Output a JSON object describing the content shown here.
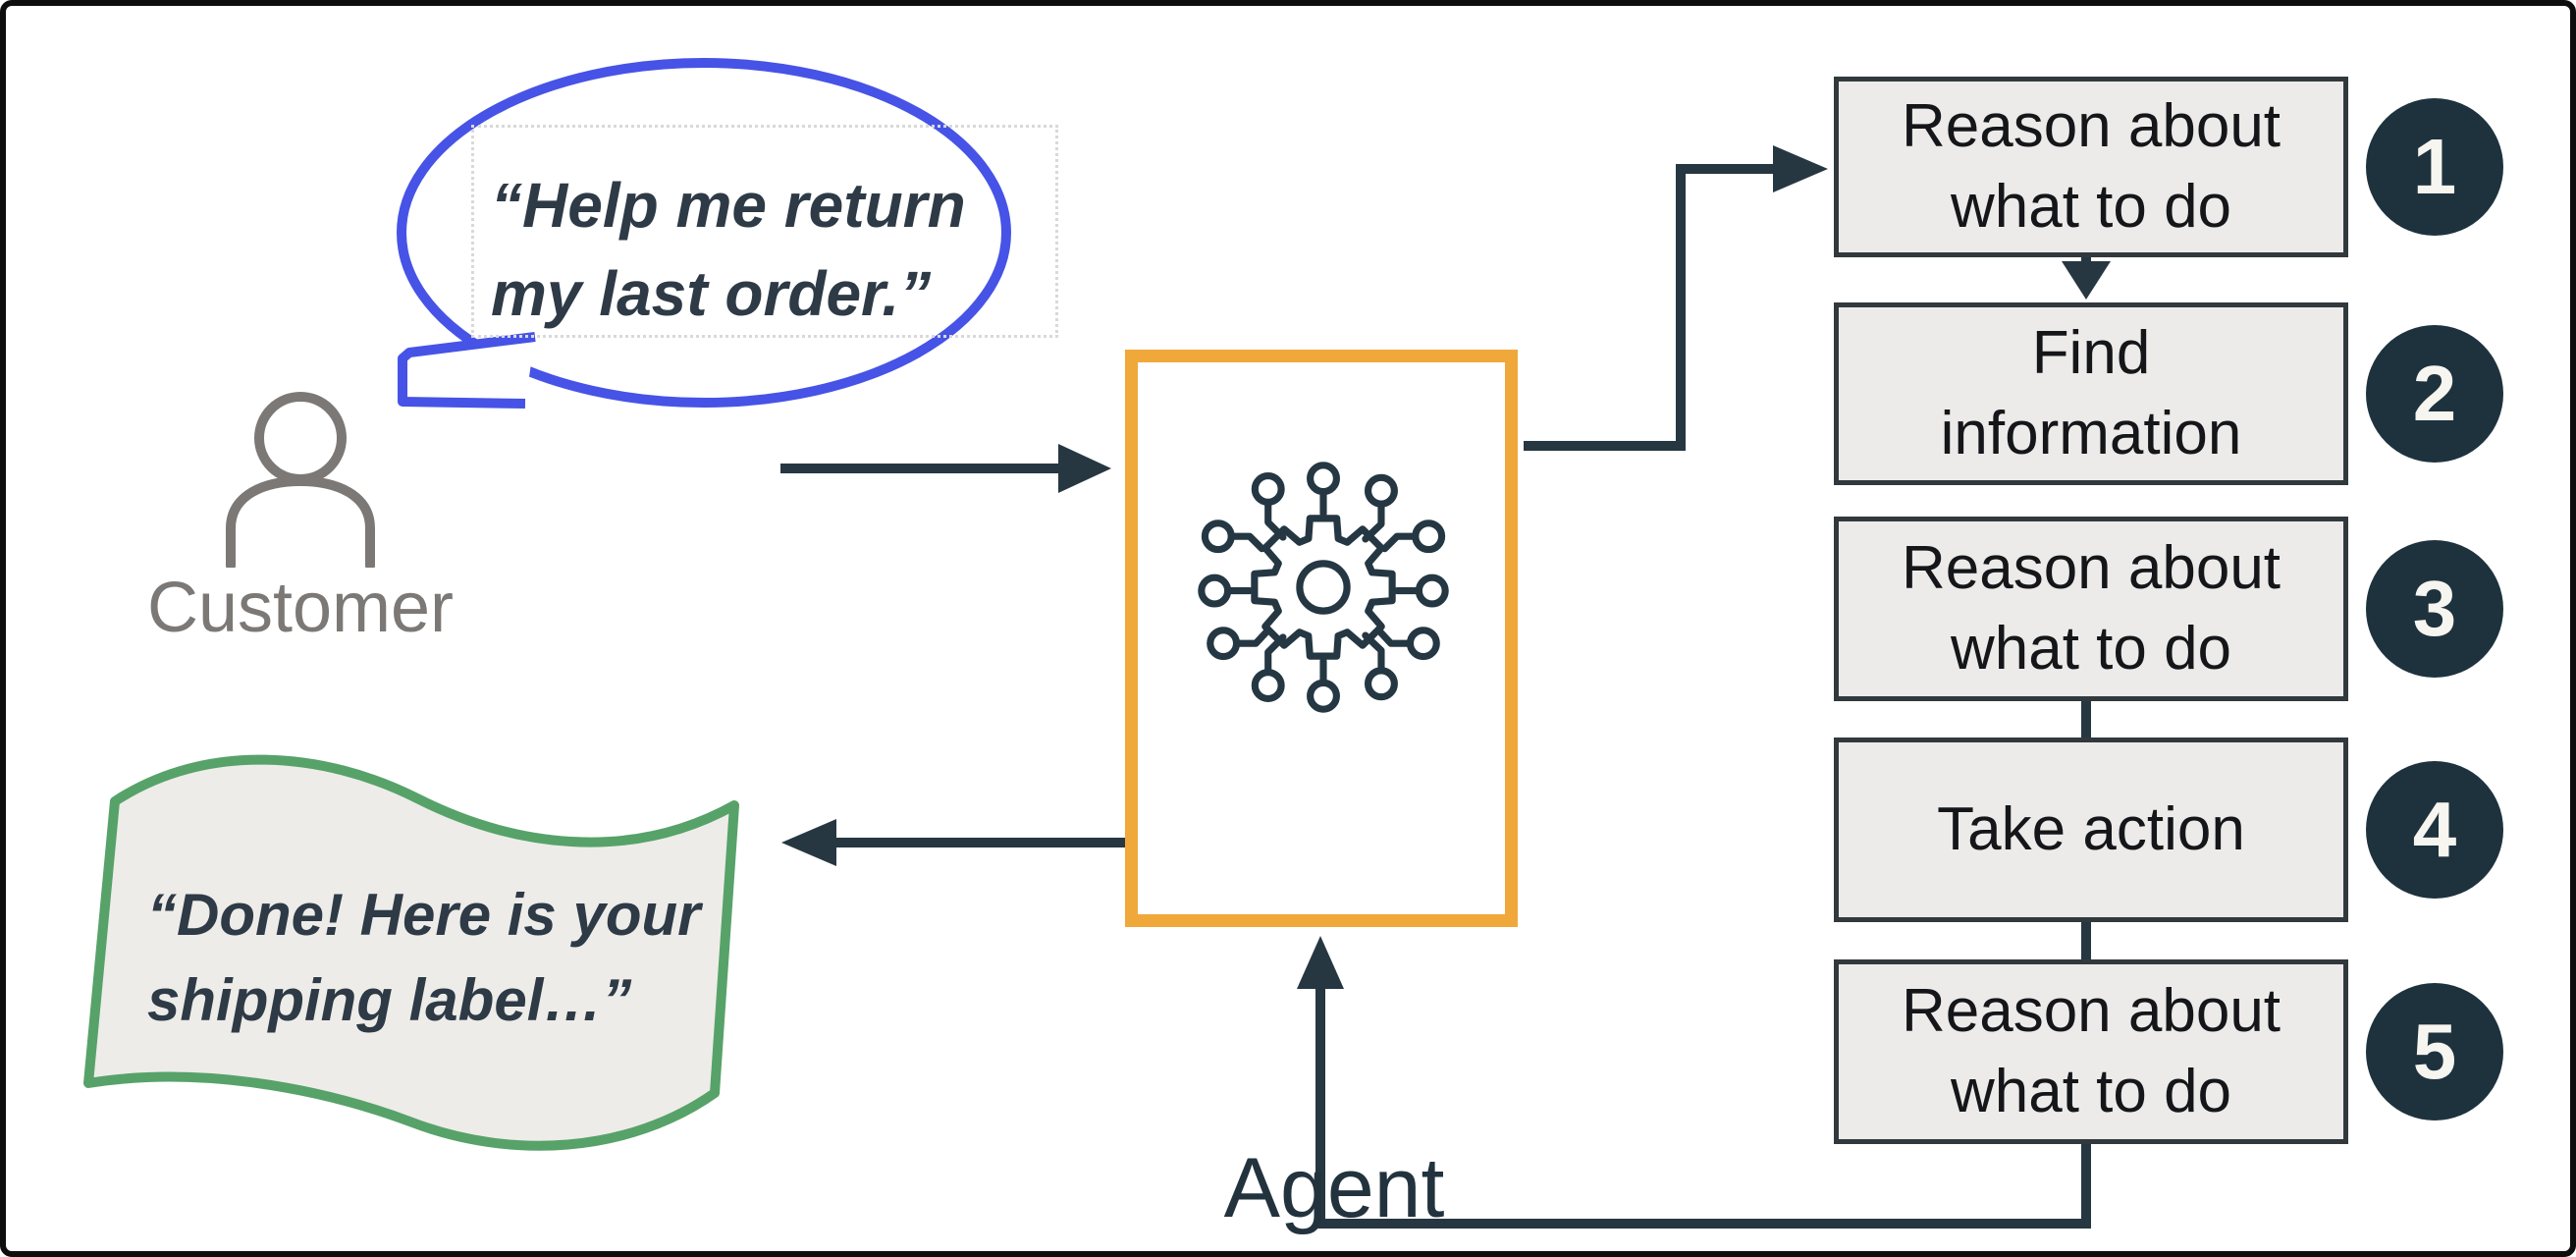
{
  "colors": {
    "accent_orange": "#f0a83b",
    "accent_blue": "#4653e6",
    "accent_green": "#57a269",
    "ink": "#263742",
    "box_fill": "#ecebe9",
    "badge_fill": "#1e323e",
    "muted_gray": "#7b7875"
  },
  "customer": {
    "label": "Customer",
    "icon": "person-outline-icon"
  },
  "speech_bubble": {
    "line1": "“Help me return",
    "line2": "my last order.”"
  },
  "agent": {
    "label": "Agent",
    "icon": "ai-gear-circuit-icon"
  },
  "steps": [
    {
      "number": "1",
      "line1": "Reason about",
      "line2": "what to do"
    },
    {
      "number": "2",
      "line1": "Find",
      "line2": "information"
    },
    {
      "number": "3",
      "line1": "Reason about",
      "line2": "what to do"
    },
    {
      "number": "4",
      "line1": "Take action",
      "line2": ""
    },
    {
      "number": "5",
      "line1": "Reason about",
      "line2": "what to do"
    }
  ],
  "response_banner": {
    "line1": "“Done! Here is your",
    "line2": "shipping label…”"
  }
}
